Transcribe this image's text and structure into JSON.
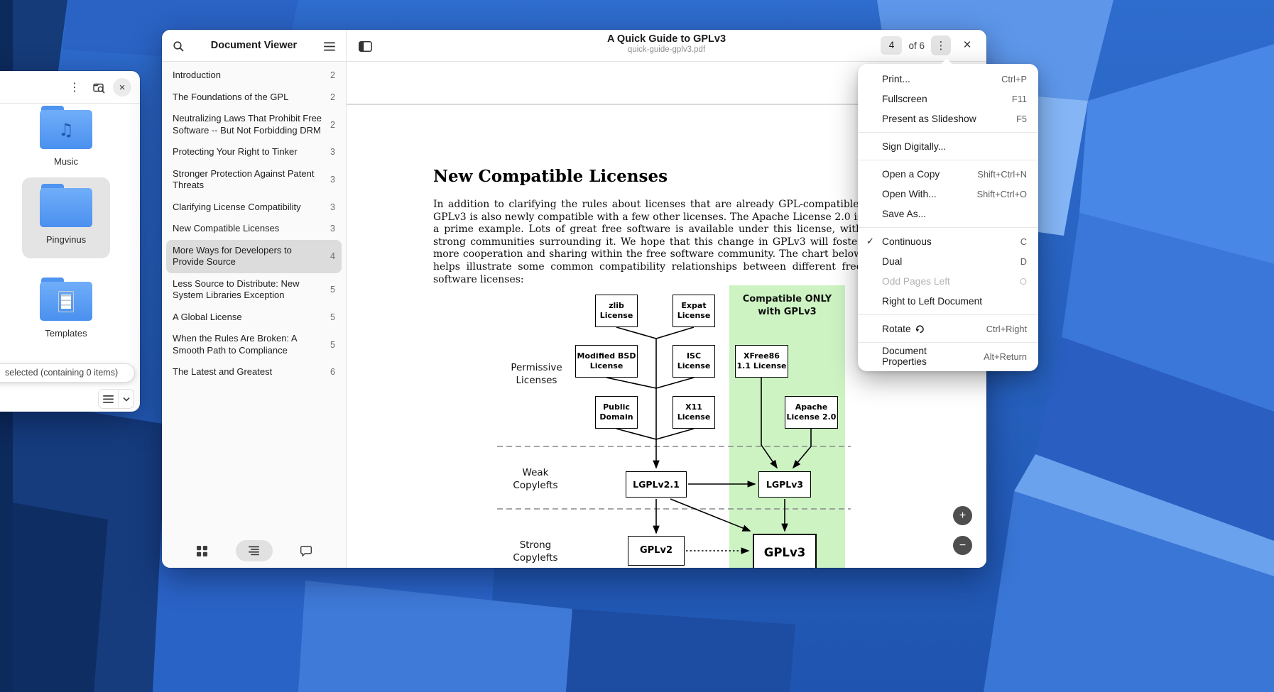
{
  "files_window": {
    "icons": {
      "kebab": "⋮",
      "close": "×",
      "music_note": "♫"
    },
    "folders": [
      {
        "label": "Music"
      },
      {
        "label": "Pingvinus"
      },
      {
        "label": "Templates"
      }
    ],
    "status_text": "selected  (containing 0 items)"
  },
  "viewer": {
    "sidebar_title": "Document Viewer",
    "doc_title": "A Quick Guide to GPLv3",
    "doc_filename": "quick-guide-gplv3.pdf",
    "page_number": "4",
    "page_total": "of 6",
    "kebab_icon": "⋮",
    "close_icon": "×",
    "zoom_in": "+",
    "zoom_out": "−",
    "toc": [
      {
        "label": "Introduction",
        "page": "2"
      },
      {
        "label": "The Foundations of the GPL",
        "page": "2"
      },
      {
        "label": "Neutralizing Laws That Prohibit Free Software -- But Not Forbidding DRM",
        "page": "2"
      },
      {
        "label": "Protecting Your Right to Tinker",
        "page": "3"
      },
      {
        "label": "Stronger Protection Against Patent Threats",
        "page": "3"
      },
      {
        "label": "Clarifying License Compatibility",
        "page": "3"
      },
      {
        "label": "New Compatible Licenses",
        "page": "3"
      },
      {
        "label": "More Ways for Developers to Provide Source",
        "page": "4"
      },
      {
        "label": "Less Source to Distribute: New System Libraries Exception",
        "page": "5"
      },
      {
        "label": "A Global License",
        "page": "5"
      },
      {
        "label": "When the Rules Are Broken: A Smooth Path to Compliance",
        "page": "5"
      },
      {
        "label": "The Latest and Greatest",
        "page": "6"
      }
    ]
  },
  "menu": {
    "check_glyph": "✓",
    "items": [
      {
        "label": "Print...",
        "shortcut": "Ctrl+P"
      },
      {
        "label": "Fullscreen",
        "shortcut": "F11"
      },
      {
        "label": "Present as Slideshow",
        "shortcut": "F5"
      },
      {
        "label": "Sign Digitally..."
      },
      {
        "label": "Open a Copy",
        "shortcut": "Shift+Ctrl+N"
      },
      {
        "label": "Open With...",
        "shortcut": "Shift+Ctrl+O"
      },
      {
        "label": "Save As..."
      },
      {
        "label": "Continuous",
        "shortcut": "C"
      },
      {
        "label": "Dual",
        "shortcut": "D"
      },
      {
        "label": "Odd Pages Left",
        "shortcut": "O"
      },
      {
        "label": "Right to Left Document"
      },
      {
        "label": "Rotate",
        "shortcut": "Ctrl+Right"
      },
      {
        "label": "Document Properties",
        "shortcut": "Alt+Return"
      }
    ]
  },
  "document": {
    "heading": "New Compatible Licenses",
    "body": "In addition to clarifying the rules about licenses that are already GPL-compatible, GPLv3 is also newly compatible with a few other licenses. The Apache License 2.0 is a prime example. Lots of great free software is available under this license, with strong communities surrounding it. We hope that this change in GPLv3 will foster more cooperation and sharing within the free software community. The chart below helps illustrate some common compatibility relationships between different free software licenses:",
    "diagram": {
      "column_header": "Compatible ONLY with GPLv3",
      "green_color": "#cdf3c3",
      "labels": {
        "permissive": "Permissive Licenses",
        "weak": "Weak Copylefts",
        "strong": "Strong Copylefts"
      },
      "boxes": {
        "zlib": "zlib License",
        "expat": "Expat License",
        "modified_bsd": "Modified BSD License",
        "isc": "ISC License",
        "xfree86": "XFree86 1.1 License",
        "public_domain": "Public Domain",
        "x11": "X11 License",
        "apache": "Apache License 2.0",
        "lgplv21": "LGPLv2.1",
        "lgplv3": "LGPLv3",
        "gplv2": "GPLv2",
        "gplv3": "GPLv3"
      }
    }
  }
}
